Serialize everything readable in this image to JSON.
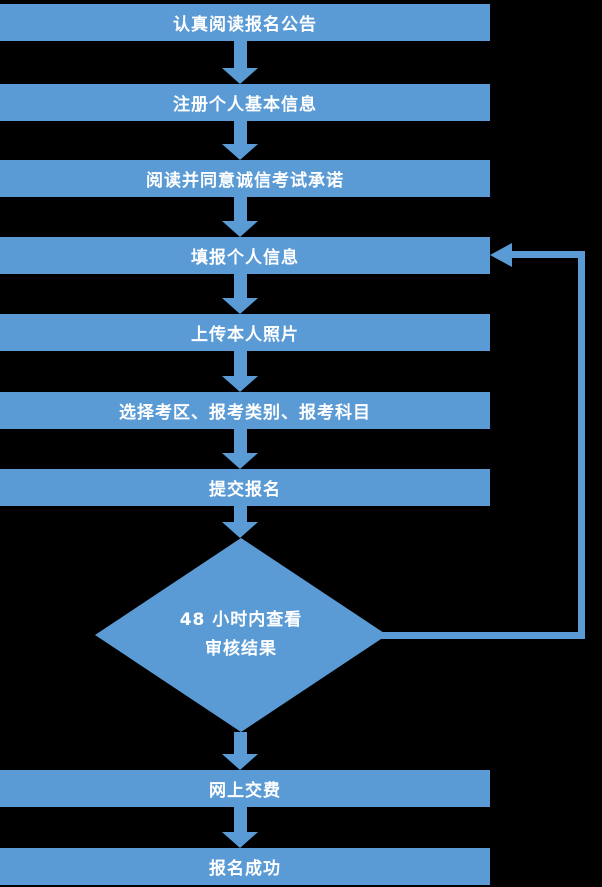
{
  "diagram": {
    "type": "flowchart",
    "colors": {
      "node": "#5B9BD5",
      "arrow": "#5B9BD5",
      "text": "#FFFFFF",
      "background": "#000000"
    },
    "nodes": [
      {
        "id": "read-announcement",
        "shape": "rect",
        "label": "认真阅读报名公告"
      },
      {
        "id": "register-basic-info",
        "shape": "rect",
        "label": "注册个人基本信息"
      },
      {
        "id": "agree-integrity-pledge",
        "shape": "rect",
        "label": "阅读并同意诚信考试承诺"
      },
      {
        "id": "fill-personal-info",
        "shape": "rect",
        "label": "填报个人信息"
      },
      {
        "id": "upload-photo",
        "shape": "rect",
        "label": "上传本人照片"
      },
      {
        "id": "select-exam-options",
        "shape": "rect",
        "label": "选择考区、报考类别、报考科目"
      },
      {
        "id": "submit-registration",
        "shape": "rect",
        "label": "提交报名"
      },
      {
        "id": "check-review-result",
        "shape": "diamond",
        "label_line1": "48 小时内查看",
        "label_line2": "审核结果"
      },
      {
        "id": "pay-online",
        "shape": "rect",
        "label": "网上交费"
      },
      {
        "id": "registration-success",
        "shape": "rect",
        "label": "报名成功"
      }
    ],
    "edges": [
      {
        "from": "read-announcement",
        "to": "register-basic-info",
        "type": "down-arrow"
      },
      {
        "from": "register-basic-info",
        "to": "agree-integrity-pledge",
        "type": "down-arrow"
      },
      {
        "from": "agree-integrity-pledge",
        "to": "fill-personal-info",
        "type": "down-arrow"
      },
      {
        "from": "fill-personal-info",
        "to": "upload-photo",
        "type": "down-arrow"
      },
      {
        "from": "upload-photo",
        "to": "select-exam-options",
        "type": "down-arrow"
      },
      {
        "from": "select-exam-options",
        "to": "submit-registration",
        "type": "down-arrow"
      },
      {
        "from": "submit-registration",
        "to": "check-review-result",
        "type": "down-arrow"
      },
      {
        "from": "check-review-result",
        "to": "pay-online",
        "type": "down-arrow"
      },
      {
        "from": "pay-online",
        "to": "registration-success",
        "type": "down-arrow"
      },
      {
        "from": "check-review-result",
        "to": "fill-personal-info",
        "type": "feedback-loop"
      }
    ]
  }
}
